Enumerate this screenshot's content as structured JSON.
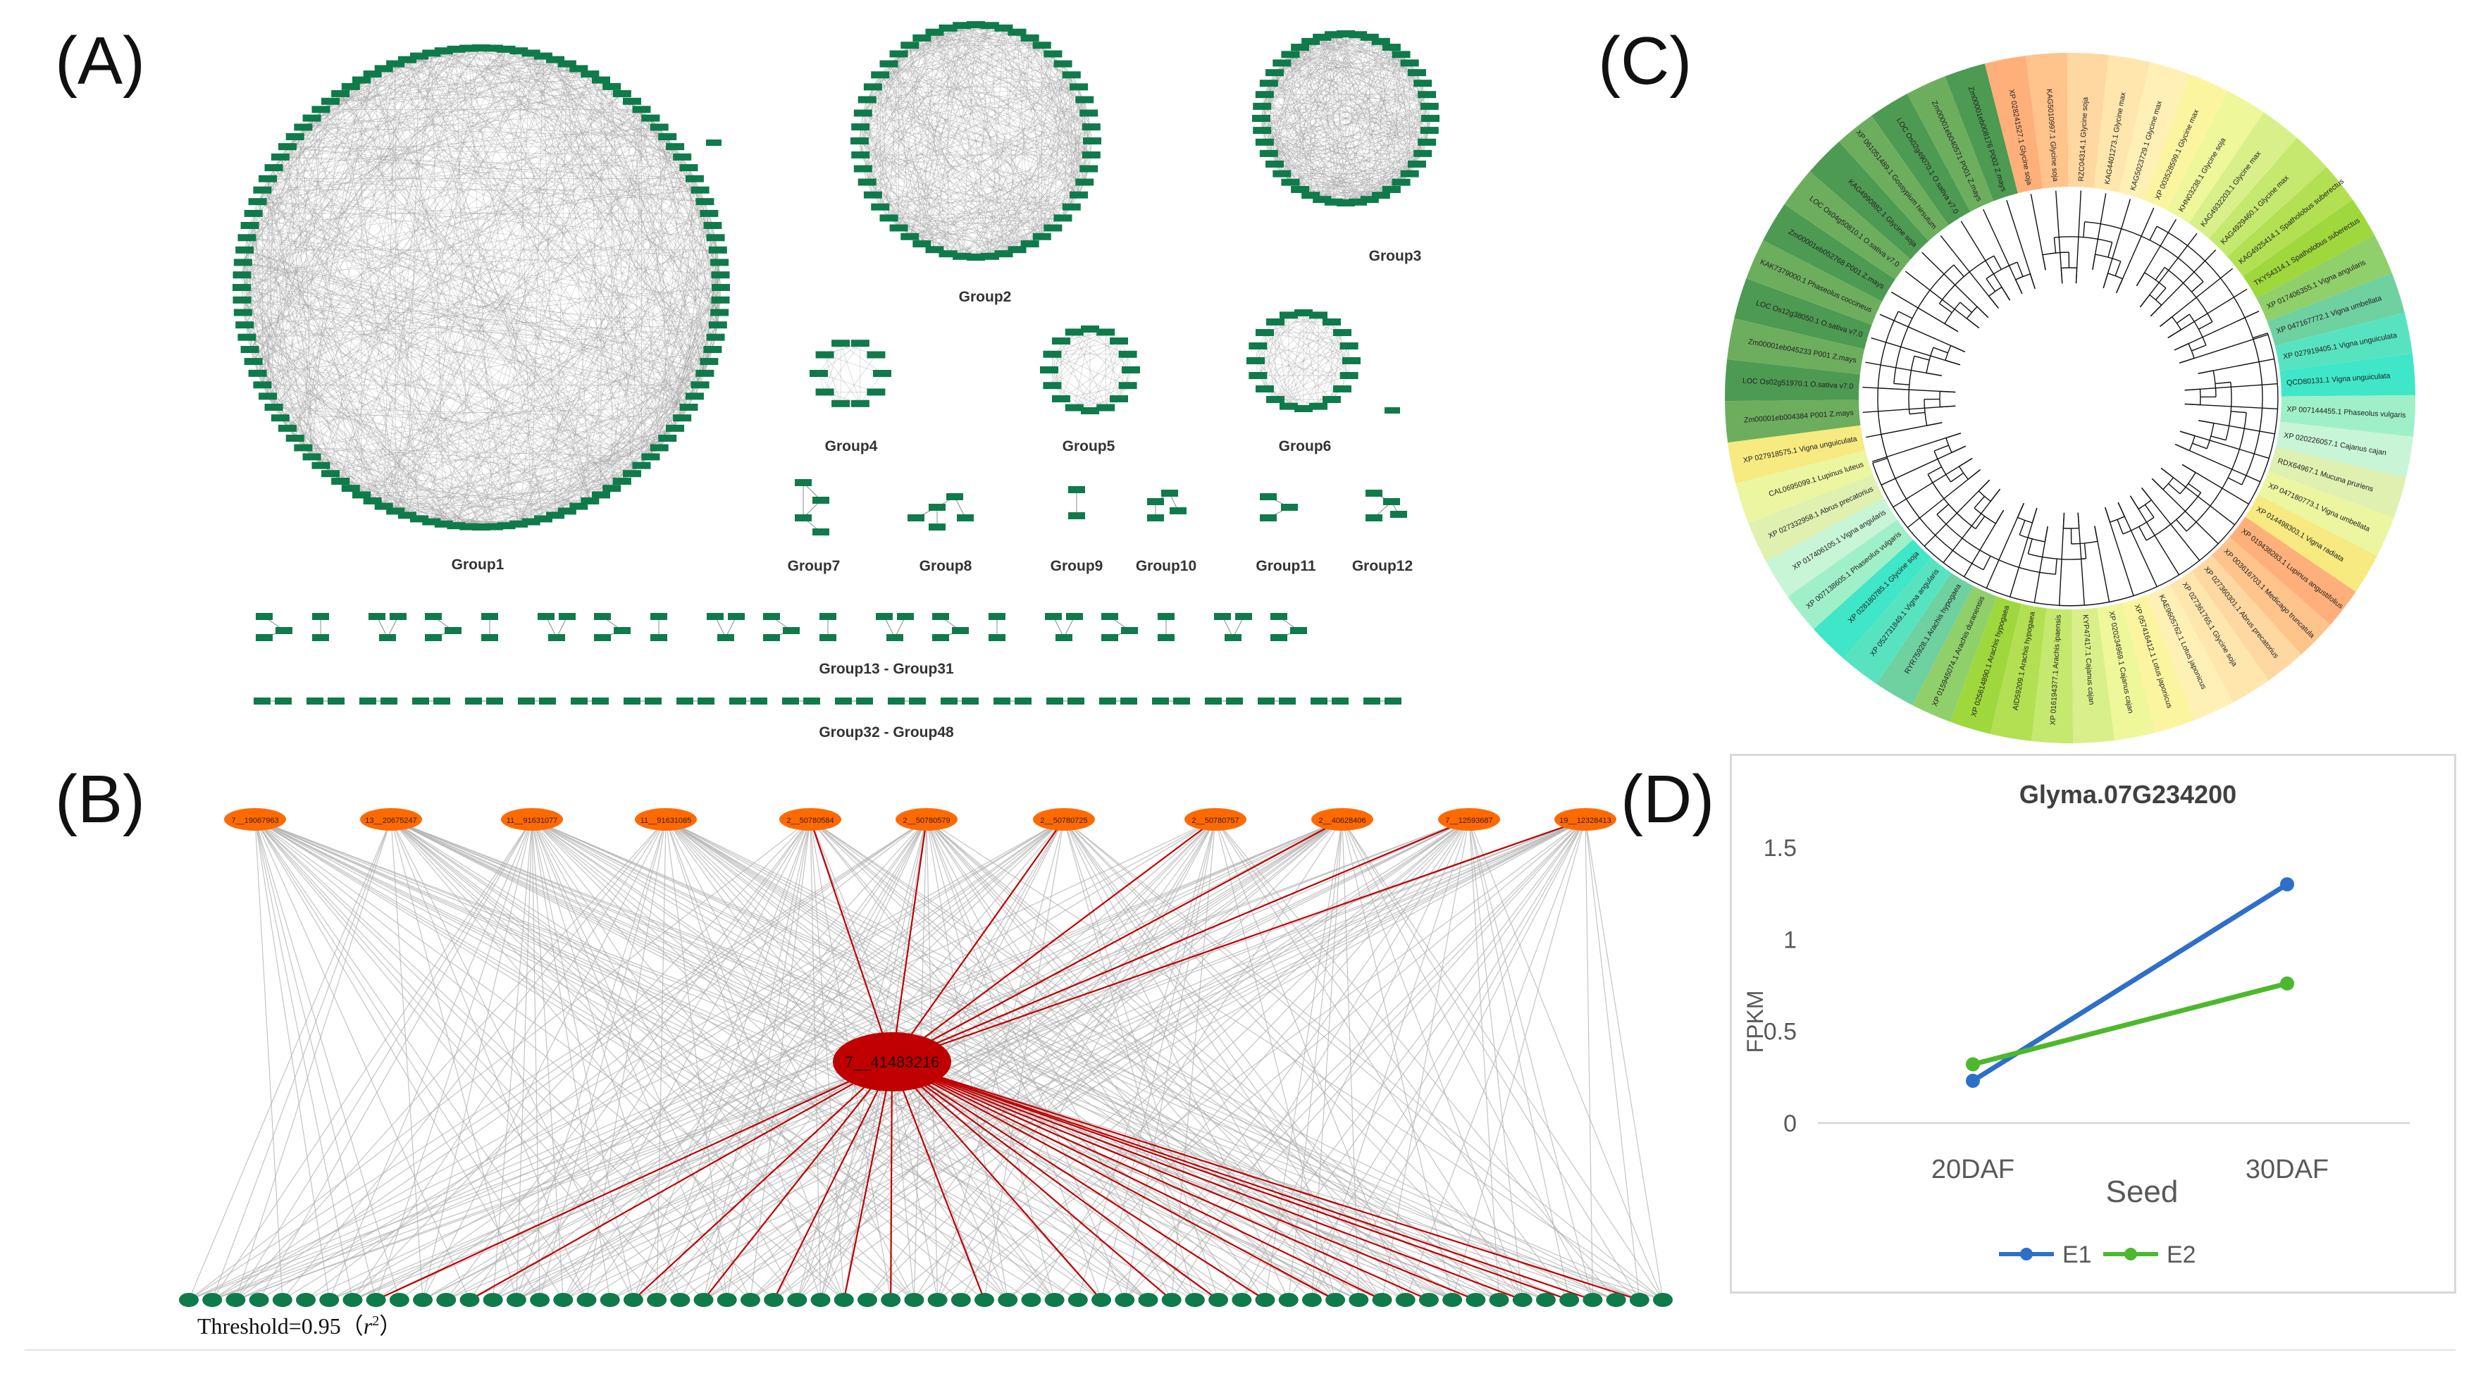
{
  "panel_labels": {
    "a": "(A)",
    "b": "(B)",
    "c": "(C)",
    "d": "(D)"
  },
  "colors": {
    "node_green": "#0f7a4a",
    "edge_gray": "#a9a9a9",
    "hub_red": "#c00000",
    "orange": "#ff6a00",
    "e1_blue": "#2e6fc8",
    "e2_green": "#4db82d"
  },
  "panel_a": {
    "groups": [
      "Group1",
      "Group2",
      "Group3",
      "Group4",
      "Group5",
      "Group6",
      "Group7",
      "Group8",
      "Group9",
      "Group10",
      "Group11",
      "Group12"
    ],
    "row_labels": [
      "Group13 - Group31",
      "Group32 - Group48"
    ]
  },
  "panel_b": {
    "top_nodes": [
      "7__19067963",
      "13__20675247",
      "11__91631077",
      "11__91631085",
      "2__50780584",
      "2__50780579",
      "2__50780725",
      "2__50780757",
      "2__40628406",
      "7__12593687",
      "19__12328413"
    ],
    "hub_node": "7__41483216",
    "threshold": "Threshold=0.95（",
    "threshold_symbol": "r",
    "threshold_exp": "2",
    "threshold_close": "）",
    "bottom_node_count": 64
  },
  "panel_c": {
    "labels": [
      "XP 028241527.1 Glycine soja",
      "KAG5010997.1 Glycine soja",
      "RZC04314.1 Glycine soja",
      "KAG4401273.1 Glycine max",
      "KAG5023729.1 Glycine max",
      "XP 003528599.1 Glycine max",
      "KHN03238.1 Glycine soja",
      "KAG4932203.1 Glycine max",
      "KAG4929460.1 Glycine max",
      "KAG4925414.1 Spatholobus suberectus",
      "TKY54314.1 Spatholobus suberectus",
      "XP 017406355.1 Vigna angularis",
      "XP 047167772.1 Vigna umbellata",
      "XP 027919405.1 Vigna unguiculata",
      "QCD80131.1 Vigna unguiculata",
      "XP 007144455.1 Phaseolus vulgaris",
      "XP 020226057.1 Cajanus cajan",
      "RDX64967.1 Mucuna pruriens",
      "XP 047180773.1 Vigna umbellata",
      "XP 014498303.1 Vigna radiata",
      "XP 019438283.1 Lupinus angustifolius",
      "XP 003616703.1 Medicago truncatula",
      "XP 027360301.1 Abrus precatorius",
      "XP 027361765.1 Glycine soja",
      "KAE9605762.1 Lotus japonicus",
      "XP 057416412.1 Lotus japonicus",
      "XP 020234969.1 Cajanus cajan",
      "KYP47417.1 Cajanus cajan",
      "XP 016194377.1 Arachis ipaensis",
      "AID59209.1 Arachis hypogaea",
      "XP 025614890.1 Arachis hypogaea",
      "XP 015945074.1 Arachis duranensis",
      "RYR75928.1 Arachis hypogaea",
      "XP 052731849.1 Vigna angularis",
      "XP 028180785.1 Glycine soja",
      "XP 007138605.1 Phaseolus vulgaris",
      "XP 017406105.1 Vigna angularis",
      "XP 027332958.1 Abrus precatorius",
      "CAL0695099.1 Lupinus luteus",
      "XP 027918575.1 Vigna unguiculata",
      "Zm00001eb004384 P001 Z.mays",
      "LOC Os02g51970.1 O.sativa v7.0",
      "Zm00001eb045233 P001 Z.mays",
      "LOC Os12g38050.1 O.sativa v7.0",
      "KAK7379000.1 Phaseolus coccineus",
      "Zm00001eb052768 P001 Z.mays",
      "LOC Os04g50810.1 O.sativa v7.0",
      "KAG4990882.1 Glycine soja",
      "XP 061051489.1 Gossypium hirsutum",
      "LOC Os02g49070.1 O.sativa v7.0",
      "Zm00001eb040571 P001 Z.mays",
      "Zm00001eb008176 P002 Z.mays"
    ]
  },
  "chart_data": {
    "type": "line",
    "title": "Glyma.07G234200",
    "categories": [
      "20DAF",
      "30DAF"
    ],
    "series": [
      {
        "name": "E1",
        "values": [
          0.23,
          1.3
        ],
        "color": "#2e6fc8"
      },
      {
        "name": "E2",
        "values": [
          0.32,
          0.76
        ],
        "color": "#4db82d"
      }
    ],
    "xlabel": "Seed",
    "ylabel": "FPKM",
    "ylim": [
      0,
      1.5
    ],
    "yticks": [
      "0",
      "0.5",
      "1",
      "1.5"
    ],
    "grid": false,
    "legend": "bottom"
  }
}
